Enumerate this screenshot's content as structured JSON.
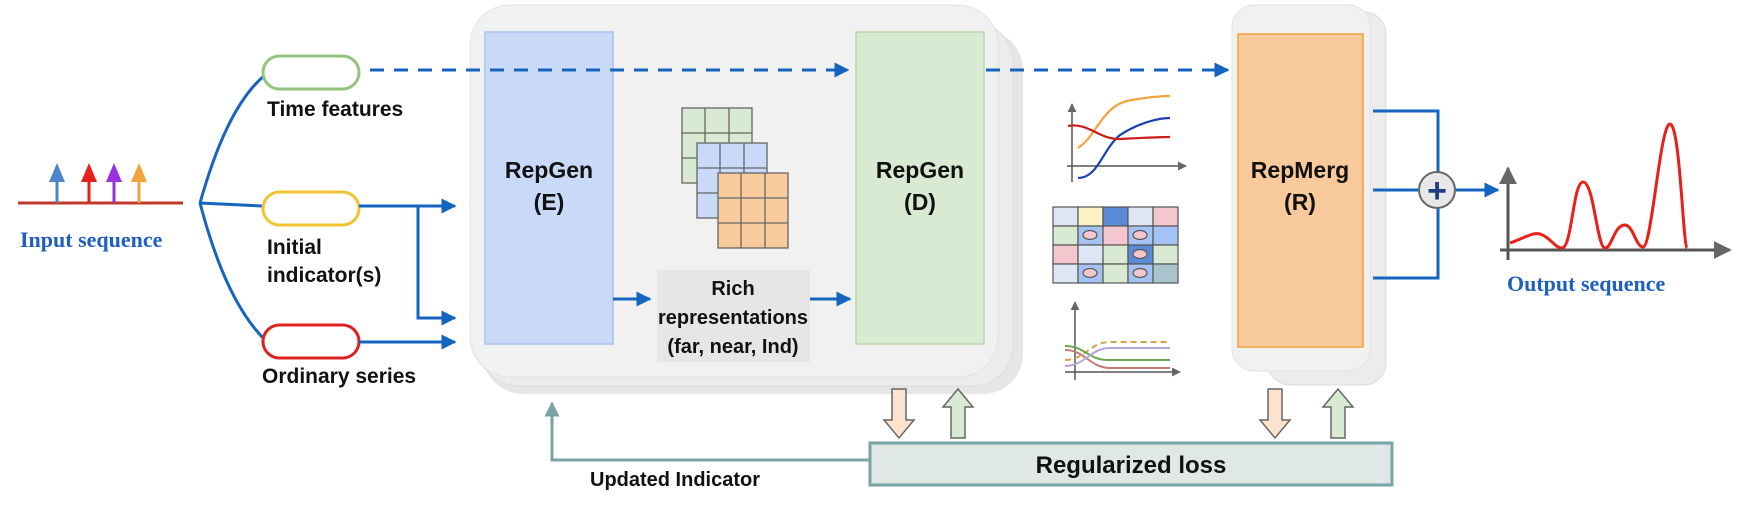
{
  "input": {
    "label": "Input sequence",
    "arrow_colors": [
      "#4a86c8",
      "#e8201a",
      "#9b30e0",
      "#f2a33a"
    ]
  },
  "branches": {
    "time_features": "Time features",
    "initial_indicator_line1": "Initial",
    "initial_indicator_line2": "indicator(s)",
    "ordinary_series": "Ordinary series"
  },
  "encoder": {
    "line1": "RepGen",
    "line2": "(E)"
  },
  "decoder": {
    "line1": "RepGen",
    "line2": "(D)"
  },
  "representations": {
    "line1": "Rich",
    "line2": "representations",
    "line3": "(far, near, Ind)"
  },
  "merger": {
    "line1": "RepMerg",
    "line2": "(R)"
  },
  "plus_symbol": "+",
  "loss": {
    "label": "Regularized loss"
  },
  "feedback": {
    "label": "Updated Indicator"
  },
  "output": {
    "label": "Output sequence"
  },
  "colors": {
    "blue_arrow": "#1565c0",
    "encoder_fill": "#c9daf8",
    "decoder_fill": "#d9ead3",
    "merger_fill": "#f8c99a",
    "loss_fill": "#dfe8e6",
    "panel_fill": "#f1f1f1",
    "time_oval": "#93c47d",
    "indicator_oval": "#f1c232",
    "ordinary_oval": "#e02020",
    "output_curve": "#e8201a"
  }
}
